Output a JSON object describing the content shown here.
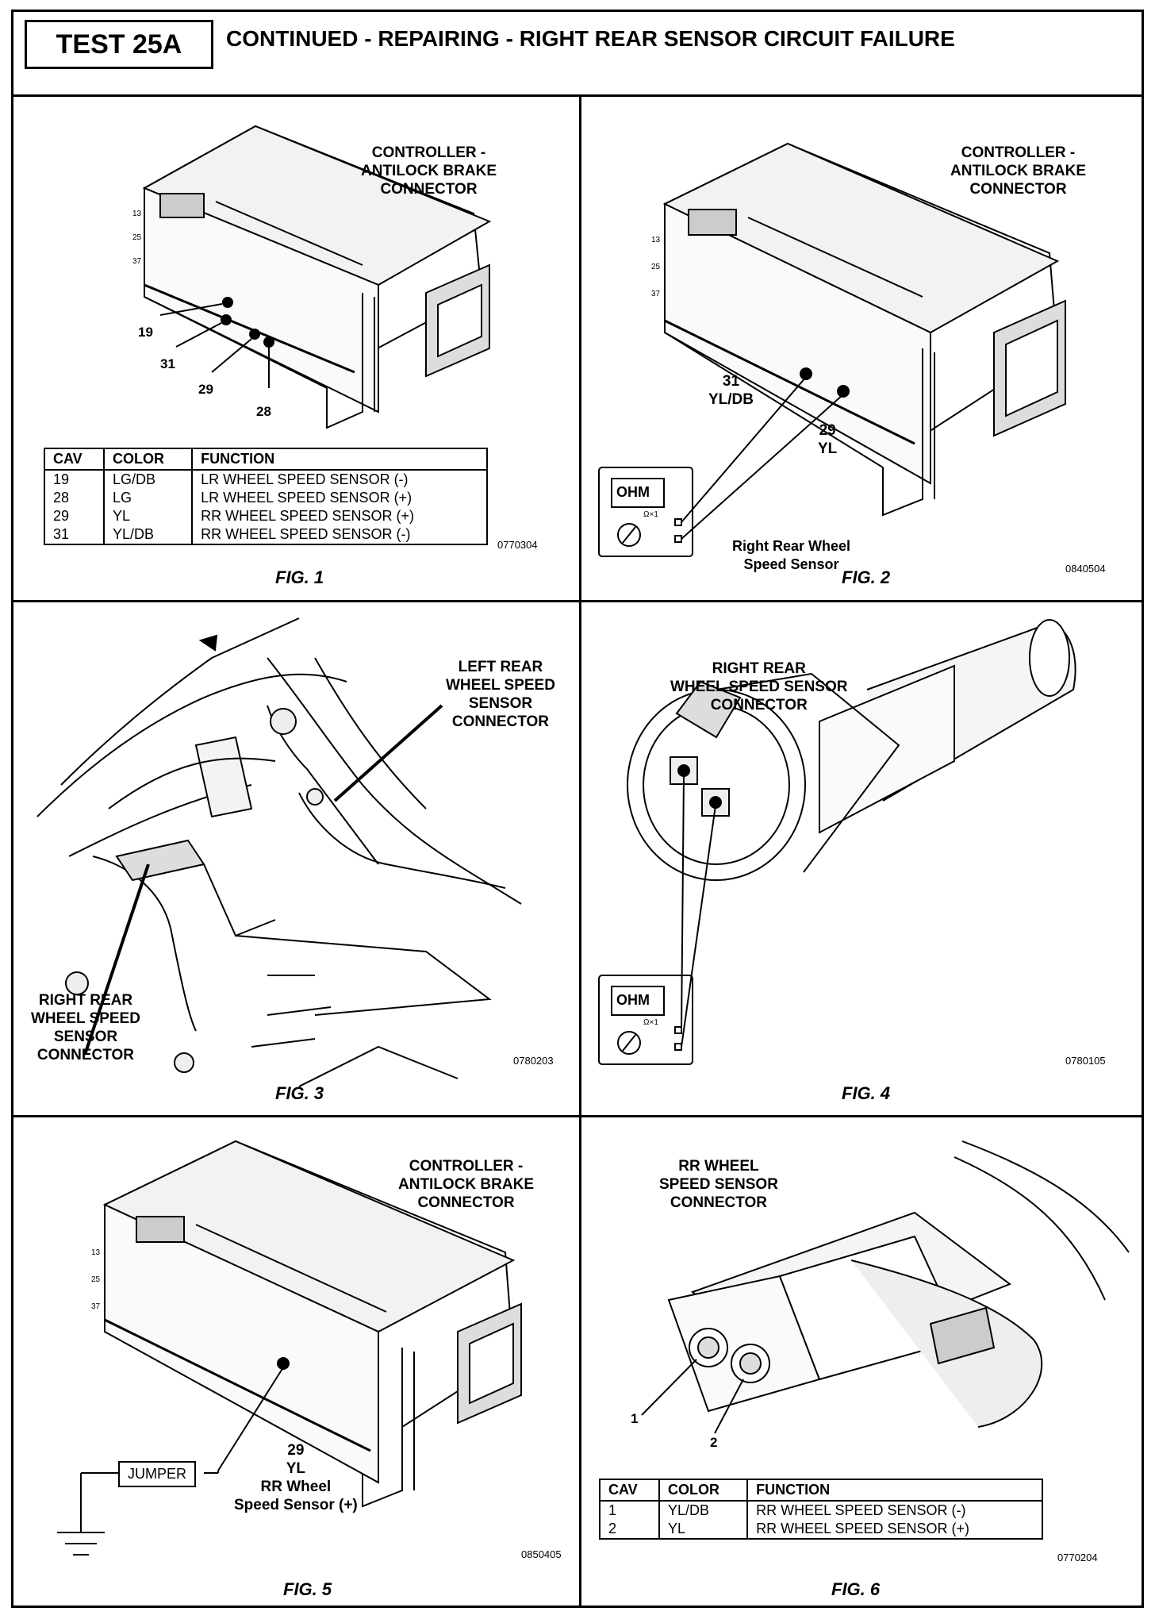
{
  "header": {
    "test_label": "TEST 25A",
    "title": "CONTINUED - REPAIRING - RIGHT REAR SENSOR CIRCUIT FAILURE"
  },
  "fig1": {
    "caption": "FIG. 1",
    "label": [
      "CONTROLLER -",
      "ANTILOCK BRAKE",
      "CONNECTOR"
    ],
    "pins": [
      "19",
      "31",
      "29",
      "28"
    ],
    "small_pins": [
      "13",
      "25",
      "37"
    ],
    "code": "0770304",
    "table": {
      "headers": [
        "CAV",
        "COLOR",
        "FUNCTION"
      ],
      "rows": [
        [
          "19",
          "LG/DB",
          "LR WHEEL SPEED SENSOR (-)"
        ],
        [
          "28",
          "LG",
          "LR WHEEL SPEED SENSOR (+)"
        ],
        [
          "29",
          "YL",
          "RR WHEEL SPEED SENSOR (+)"
        ],
        [
          "31",
          "YL/DB",
          "RR WHEEL SPEED SENSOR (-)"
        ]
      ]
    }
  },
  "fig2": {
    "caption": "FIG. 2",
    "label": [
      "CONTROLLER -",
      "ANTILOCK BRAKE",
      "CONNECTOR"
    ],
    "pin31": [
      "31",
      "YL/DB"
    ],
    "pin29": [
      "29",
      "YL"
    ],
    "small_pins": [
      "13",
      "25",
      "37"
    ],
    "meter_display": "OHM",
    "meter_range": "Ω×1",
    "sensor_label": [
      "Right Rear Wheel",
      "Speed Sensor"
    ],
    "code": "0840504"
  },
  "fig3": {
    "caption": "FIG. 3",
    "left_label": [
      "LEFT REAR",
      "WHEEL SPEED",
      "SENSOR",
      "CONNECTOR"
    ],
    "right_label": [
      "RIGHT REAR",
      "WHEEL SPEED",
      "SENSOR",
      "CONNECTOR"
    ],
    "code": "0780203"
  },
  "fig4": {
    "caption": "FIG. 4",
    "label": [
      "RIGHT REAR",
      "WHEEL SPEED SENSOR",
      "CONNECTOR"
    ],
    "meter_display": "OHM",
    "meter_range": "Ω×1",
    "code": "0780105"
  },
  "fig5": {
    "caption": "FIG. 5",
    "label": [
      "CONTROLLER -",
      "ANTILOCK BRAKE",
      "CONNECTOR"
    ],
    "pin": [
      "29",
      "YL",
      "RR Wheel",
      "Speed Sensor (+)"
    ],
    "small_pins": [
      "13",
      "25",
      "37"
    ],
    "jumper": "JUMPER",
    "code": "0850405"
  },
  "fig6": {
    "caption": "FIG. 6",
    "label": [
      "RR WHEEL",
      "SPEED SENSOR",
      "CONNECTOR"
    ],
    "pins": [
      "1",
      "2"
    ],
    "code": "0770204",
    "table": {
      "headers": [
        "CAV",
        "COLOR",
        "FUNCTION"
      ],
      "rows": [
        [
          "1",
          "YL/DB",
          "RR WHEEL SPEED SENSOR (-)"
        ],
        [
          "2",
          "YL",
          "RR WHEEL SPEED SENSOR (+)"
        ]
      ]
    }
  }
}
